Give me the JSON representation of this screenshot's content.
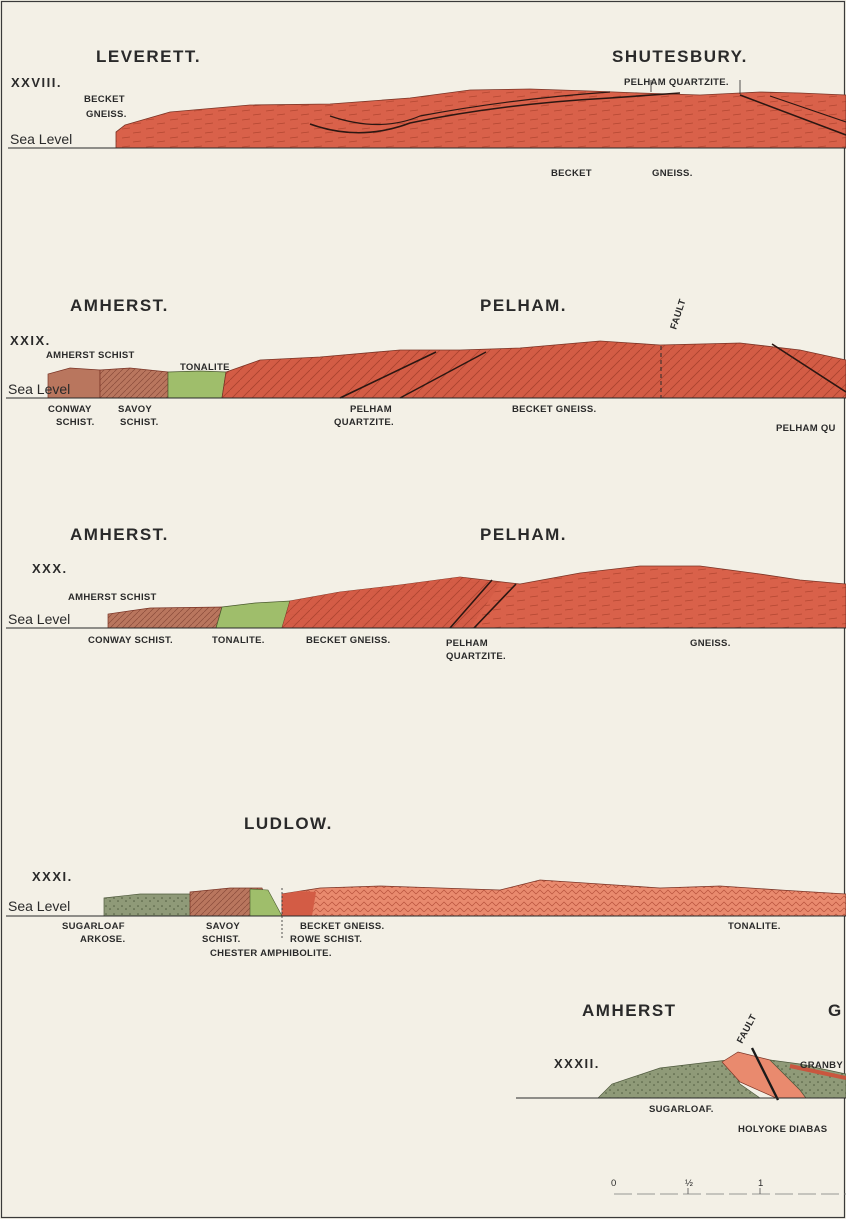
{
  "sections": {
    "s28": {
      "num": "XXVIII.",
      "title_left": "LEVERETT.",
      "title_right": "SHUTESBURY.",
      "sea_level": "Sea Level",
      "labels": [
        "BECKET",
        "GNEISS.",
        "PELHAM QUARTZITE.",
        "BECKET",
        "GNEISS."
      ]
    },
    "s29": {
      "num": "XXIX.",
      "title_left": "AMHERST.",
      "title_right": "PELHAM.",
      "sea_level": "Sea Level",
      "fault": "FAULT",
      "labels": [
        "AMHERST SCHIST",
        "TONALITE",
        "CONWAY",
        "SCHIST.",
        "SAVOY",
        "SCHIST.",
        "PELHAM",
        "QUARTZITE.",
        "BECKET GNEISS.",
        "PELHAM QU"
      ]
    },
    "s30": {
      "num": "XXX.",
      "title_left": "AMHERST.",
      "title_right": "PELHAM.",
      "sea_level": "Sea Level",
      "labels": [
        "AMHERST SCHIST",
        "CONWAY SCHIST.",
        "TONALITE.",
        "BECKET GNEISS.",
        "PELHAM",
        "QUARTZITE.",
        "GNEISS."
      ]
    },
    "s31": {
      "num": "XXXI.",
      "title": "LUDLOW.",
      "sea_level": "Sea Level",
      "labels": [
        "SUGARLOAF",
        "ARKOSE.",
        "SAVOY",
        "SCHIST.",
        "BECKET GNEISS.",
        "ROWE SCHIST.",
        "CHESTER AMPHIBOLITE.",
        "TONALITE."
      ]
    },
    "s32": {
      "num": "XXXII.",
      "title_left": "AMHERST",
      "title_right": "G",
      "fault": "FAULT",
      "labels": [
        "GRANBY",
        "SUGARLOAF.",
        "HOLYOKE DIABAS"
      ]
    }
  },
  "scale_bar": {
    "labels": [
      "0",
      "½",
      "1"
    ]
  },
  "colors": {
    "gneiss": "#d9614a",
    "gneiss_dark": "#c9563f",
    "tonalite": "#e98a6e",
    "quartzite_line": "#3a2018",
    "green": "#9fbe6b",
    "schist": "#b9765e",
    "arkose": "#8f9a78",
    "background": "#f3f0e6"
  }
}
